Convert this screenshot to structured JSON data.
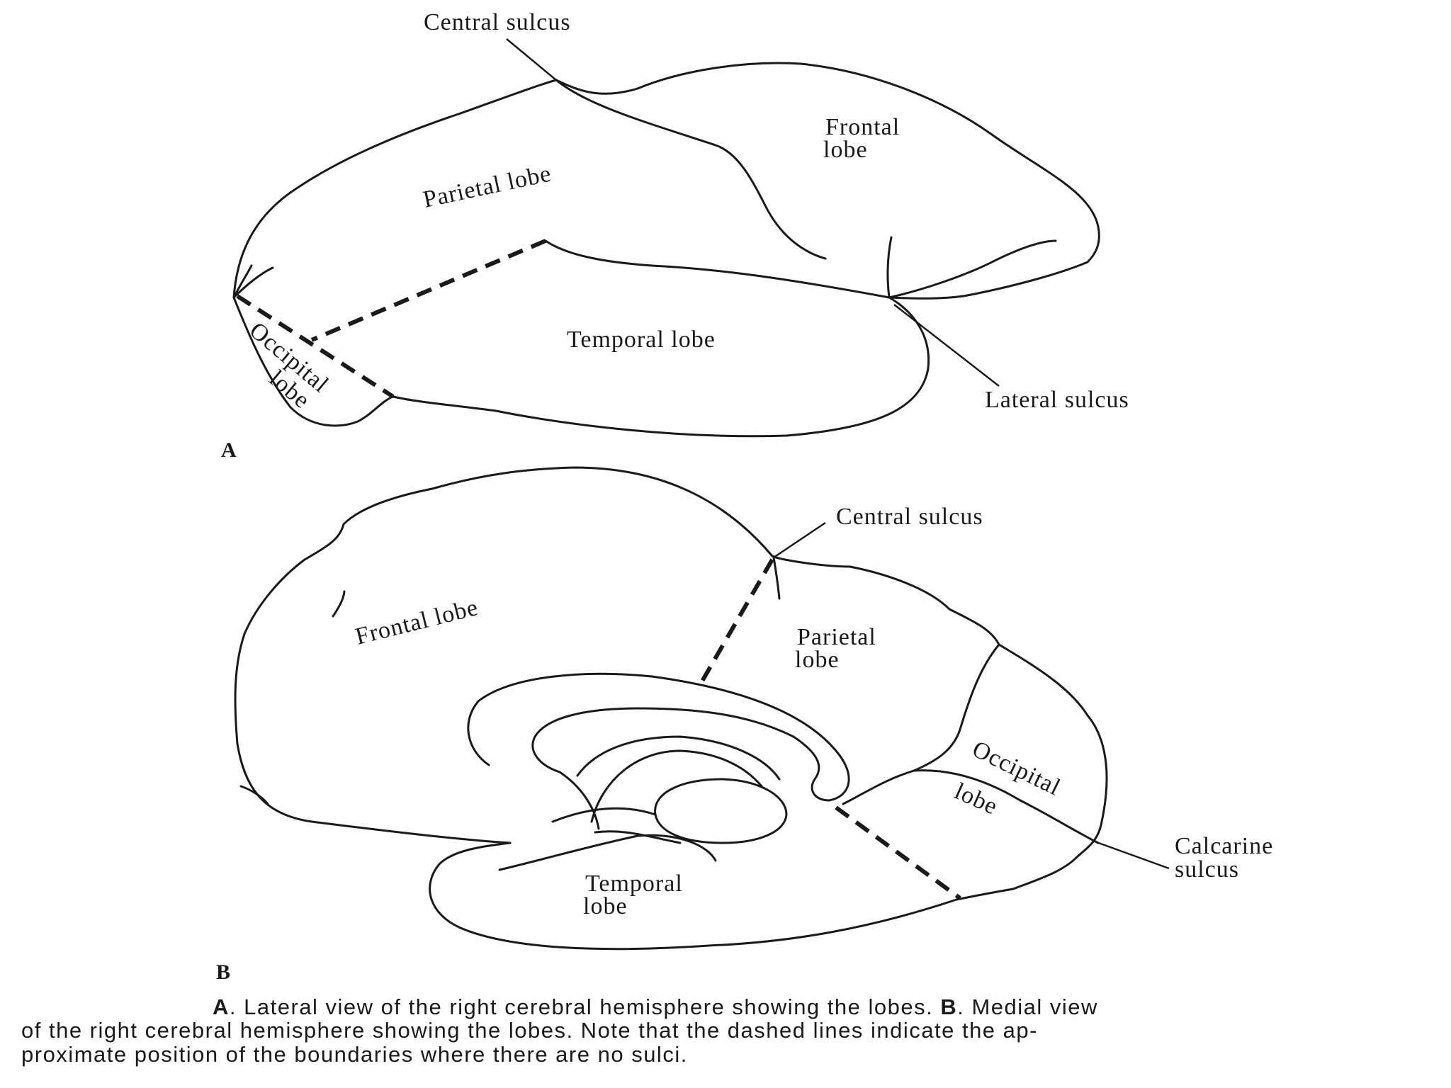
{
  "lateral_view": {
    "panel_letter": "A",
    "labels": {
      "central_sulcus": "Central sulcus",
      "frontal_lobe_line1": "Frontal",
      "frontal_lobe_line2": "lobe",
      "parietal_lobe": "Parietal lobe",
      "temporal_lobe": "Temporal lobe",
      "occipital_lobe_line1": "Occipital",
      "occipital_lobe_line2": "lobe",
      "lateral_sulcus": "Lateral sulcus"
    }
  },
  "medial_view": {
    "panel_letter": "B",
    "labels": {
      "central_sulcus": "Central sulcus",
      "frontal_lobe": "Frontal lobe",
      "parietal_lobe_line1": "Parietal",
      "parietal_lobe_line2": "lobe",
      "occipital_lobe_line1": "Occipital",
      "occipital_lobe_line2": "lobe",
      "temporal_lobe_line1": "Temporal",
      "temporal_lobe_line2": "lobe",
      "calcarine_sulcus_line1": "Calcarine",
      "calcarine_sulcus_line2": "sulcus"
    }
  },
  "caption": {
    "line1_marker": "A",
    "line1_text": ". Lateral view of the right cerebral hemisphere showing the lobes.",
    "line1_marker2": "B",
    "line1_text2": ". Medial view",
    "line2": "of the right cerebral hemisphere showing the lobes. Note that the dashed lines indicate the ap-",
    "line3": "proximate position of the boundaries where there are no sulci."
  }
}
